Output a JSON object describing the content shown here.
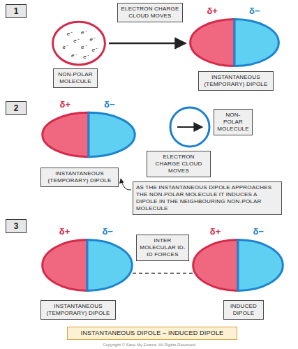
{
  "diagram": {
    "nodes": [
      {
        "text": [
          "1"
        ]
      },
      {
        "text": [
          "ELECTRON CHARGE CLOUD MOVES"
        ]
      },
      {
        "text": [
          "e⁻",
          "e⁻",
          "e⁻",
          "e⁻",
          "e⁻",
          "e⁻",
          "e⁻",
          "e⁻",
          "e⁻"
        ]
      },
      {
        "text": [
          "δ+",
          "δ−"
        ]
      },
      {
        "text": [
          "NON-POLAR MOLECULE"
        ]
      },
      {
        "text": [
          "INSTANTANEOUS (TEMPORARY) DIPOLE"
        ]
      },
      {
        "text": [
          "2"
        ]
      },
      {
        "text": [
          "δ+",
          "δ−"
        ]
      },
      {
        "text": [
          "NON-POLAR MOLECULE"
        ]
      },
      {
        "text": [
          "ELECTRON CHARGE CLOUD MOVES"
        ]
      },
      {
        "text": [
          "INSTANTANEOUS (TEMPORARY) DIPOLE"
        ]
      },
      {
        "text": [
          "AS THE INSTANTANEOUS DIPOLE APPROACHES THE NON-POLAR MOLECULE IT INDUCES A DIPOLE IN THE NEIGHBOURING NON-POLAR MOLECULE"
        ]
      },
      {
        "text": [
          "3"
        ]
      },
      {
        "text": [
          "δ+",
          "δ−"
        ]
      },
      {
        "text": [
          "INTER MOLECULAR ID-ID FORCES"
        ]
      },
      {
        "text": [
          "δ+",
          "δ−"
        ]
      },
      {
        "text": [
          "INSTANTANEOUS (TEMPORARY) DIPOLE"
        ]
      },
      {
        "text": [
          "INDUCED DIPOLE"
        ]
      },
      {
        "text": [
          "INSTANTANEOUS DIPOLE – INDUCED DIPOLE"
        ]
      }
    ],
    "edges": [
      {
        "from": 2,
        "to": 3,
        "arrow": "to"
      },
      {
        "from": 11,
        "to": 10,
        "arrow": "to"
      },
      {
        "from": 13,
        "to": 15,
        "arrow": "none"
      }
    ],
    "labels": [
      "Copyright © Save My Exams. All Rights Reserved"
    ]
  }
}
